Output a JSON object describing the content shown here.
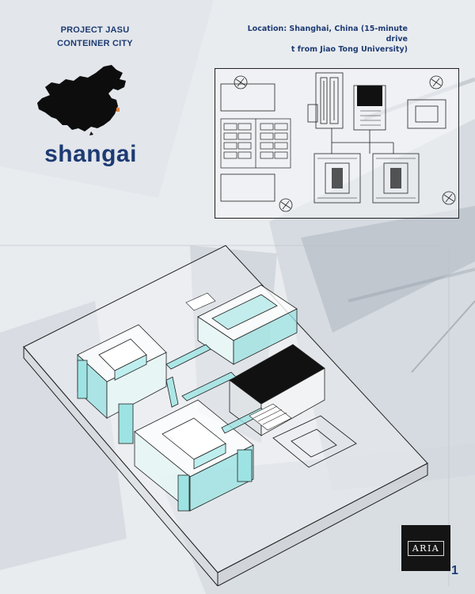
{
  "project": {
    "title_line1": "PROJECT JASU",
    "title_line2": "CONTEINER CITY",
    "city": "shangai",
    "location_line1": "Location: Shanghai, China (15-minute drive",
    "location_line2": "t from Jiao Tong University)"
  },
  "branding": {
    "logo_text": "ARIA",
    "page_number": "1"
  },
  "colors": {
    "navy_text": "#1d3b73",
    "glass_cyan": "#9ee3e3",
    "map_black": "#0d0d0d",
    "logo_bg": "#141414"
  }
}
